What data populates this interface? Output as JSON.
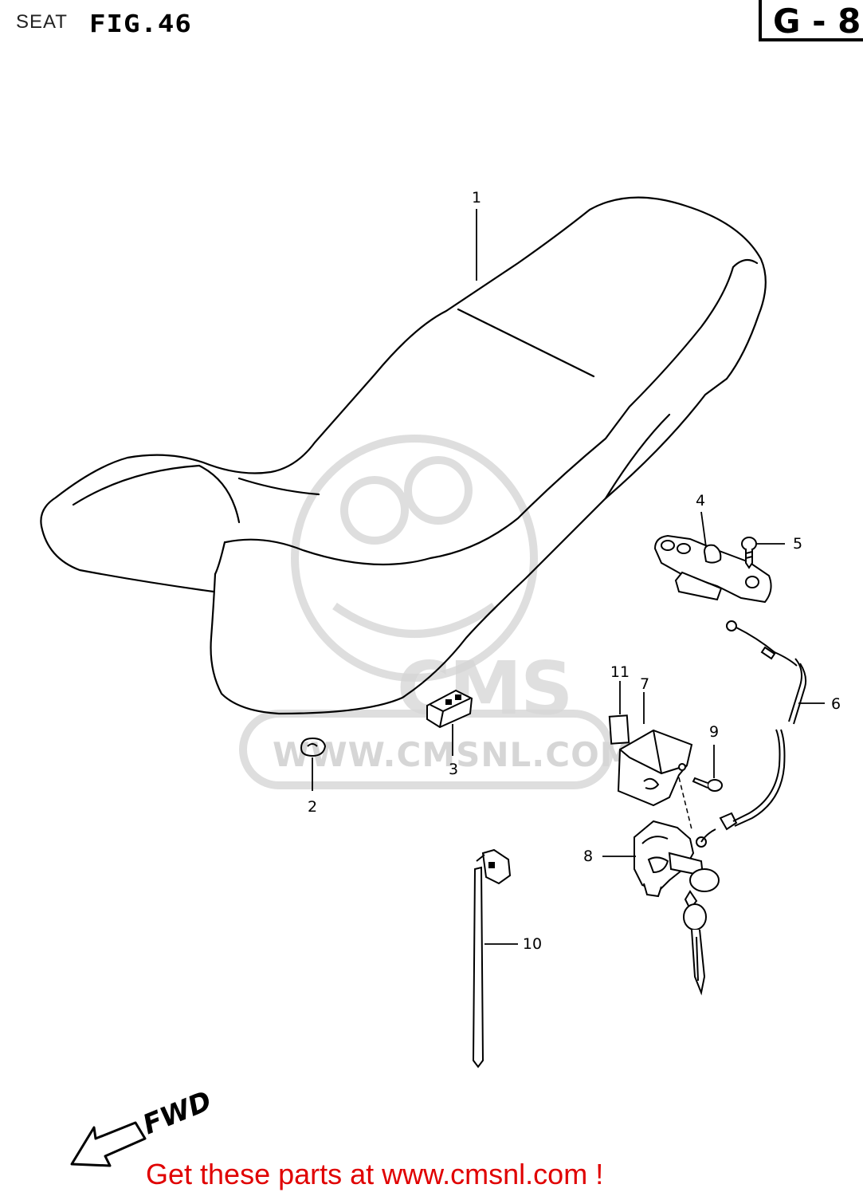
{
  "header": {
    "section_label": "SEAT",
    "figure_label": "FIG.46",
    "group_code": "G - 8"
  },
  "watermark": {
    "logo_text": "CMS",
    "url_text": "WWW.CMSNL.COM"
  },
  "callouts": [
    {
      "id": "1",
      "part": "seat"
    },
    {
      "id": "2",
      "part": "cushion"
    },
    {
      "id": "3",
      "part": "bracket"
    },
    {
      "id": "4",
      "part": "seat-lock-hook"
    },
    {
      "id": "5",
      "part": "screw"
    },
    {
      "id": "6",
      "part": "seat-lock-cable"
    },
    {
      "id": "7",
      "part": "cover"
    },
    {
      "id": "8",
      "part": "seat-lock"
    },
    {
      "id": "9",
      "part": "screw"
    },
    {
      "id": "10",
      "part": "clamp"
    },
    {
      "id": "11",
      "part": "label"
    }
  ],
  "direction_label": "FWD",
  "footer_text": "Get these parts at www.cmsnl.com !",
  "colors": {
    "line": "#000000",
    "watermark": "#d0d0d0",
    "footer": "#e00000",
    "background": "#ffffff"
  }
}
